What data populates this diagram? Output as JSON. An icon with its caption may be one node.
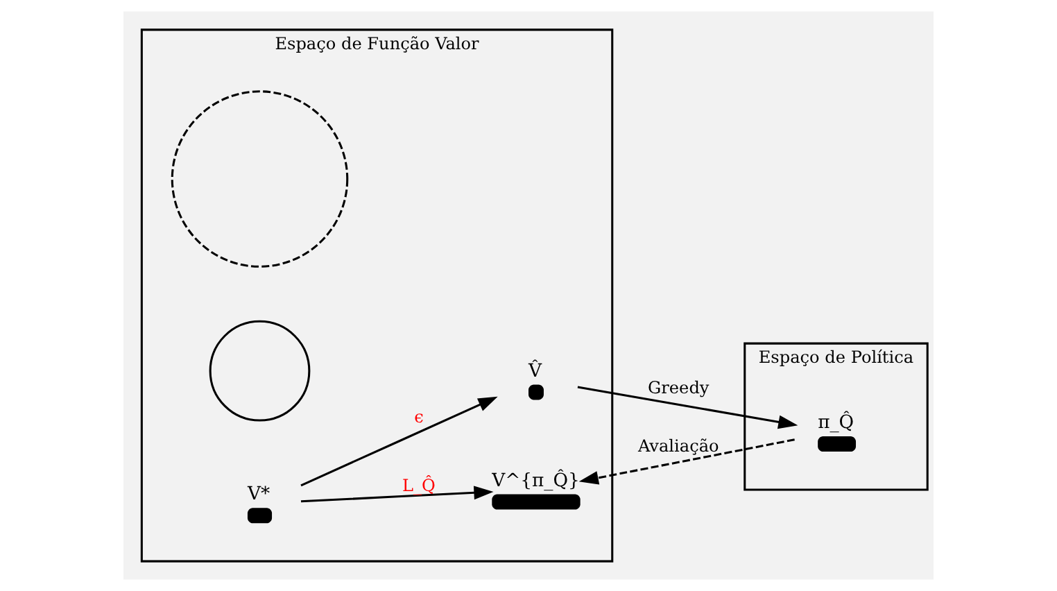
{
  "diagram": {
    "nodes": [
      {
        "text": [
          "Espaço de Função Valor"
        ]
      },
      {
        "text": [
          "Espaço de Política"
        ]
      },
      {
        "text": [],
        "shape": "circle",
        "in": 0
      },
      {
        "text": [],
        "shape": "circle",
        "in": 0
      },
      {
        "text": [
          "V*"
        ],
        "in": 0
      },
      {
        "text": [
          "V̂"
        ],
        "in": 0
      },
      {
        "text": [
          "V^{π_Q̂}"
        ],
        "in": 0
      },
      {
        "text": [
          "π_Q̂"
        ],
        "in": 1
      }
    ],
    "edges": [
      {
        "from": 4,
        "to": 5,
        "arrow": "to",
        "label": "ϵ"
      },
      {
        "from": 4,
        "to": 6,
        "arrow": "to",
        "label": "L_Q̂"
      },
      {
        "from": 5,
        "to": 7,
        "arrow": "to",
        "label": "Greedy"
      },
      {
        "from": 7,
        "to": 6,
        "arrow": "to",
        "label": "Avaliação",
        "style": "dashed"
      }
    ]
  }
}
